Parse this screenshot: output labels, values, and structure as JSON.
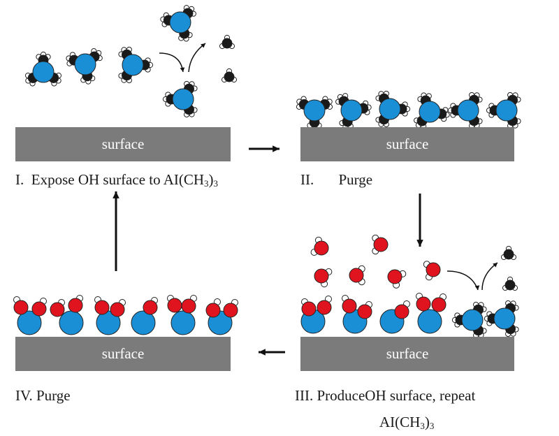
{
  "surface_label": "surface",
  "steps": [
    {
      "num": "I.",
      "text": "Expose OH surface to AI(CH",
      "sub": "3",
      "close": ")",
      "sub2": "3"
    },
    {
      "num": "II.",
      "text": "Purge"
    },
    {
      "num": "III.",
      "text": "ProduceOH surface, repeat",
      "line2": "AI(CH",
      "line2_sub": "3",
      "line2_close": ")",
      "line2_sub2": "3"
    },
    {
      "num": "IV.",
      "text": "Purge"
    }
  ],
  "colors": {
    "aluminum": "#1b8fd6",
    "carbon": "#1a1a1a",
    "hydrogen": "#ffffff",
    "oxygen": "#e0141e",
    "surface": "#7b7b7b"
  },
  "icons": {
    "arrow": "arrow-icon",
    "curved_arrow": "curved-arrow-icon"
  }
}
